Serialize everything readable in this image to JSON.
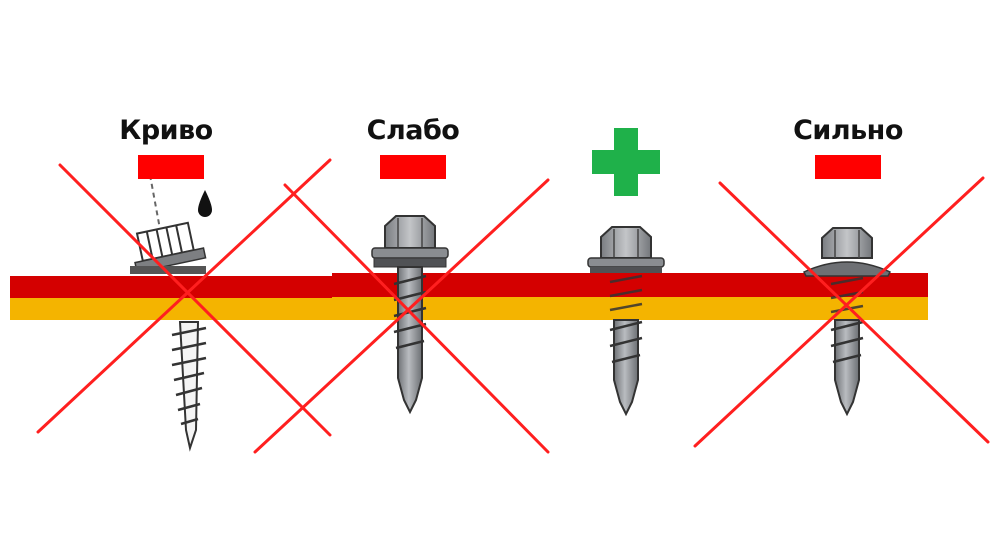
{
  "panels": [
    {
      "id": "crooked",
      "title": "Криво",
      "verdict": "wrong",
      "marker": "minus-sign"
    },
    {
      "id": "loose",
      "title": "Слабо",
      "verdict": "wrong",
      "marker": "minus-sign"
    },
    {
      "id": "correct",
      "title": "",
      "verdict": "correct",
      "marker": "plus-sign"
    },
    {
      "id": "tight",
      "title": "Сильно",
      "verdict": "wrong",
      "marker": "minus-sign"
    }
  ],
  "colors": {
    "sheet_red": "#d40000",
    "sheet_yellow": "#f4b400",
    "minus_red": "#ff0000",
    "plus_green": "#1fb14a",
    "cross_red": "#ff1f1f",
    "metal": "#8d9095",
    "washer": "#55575a"
  }
}
